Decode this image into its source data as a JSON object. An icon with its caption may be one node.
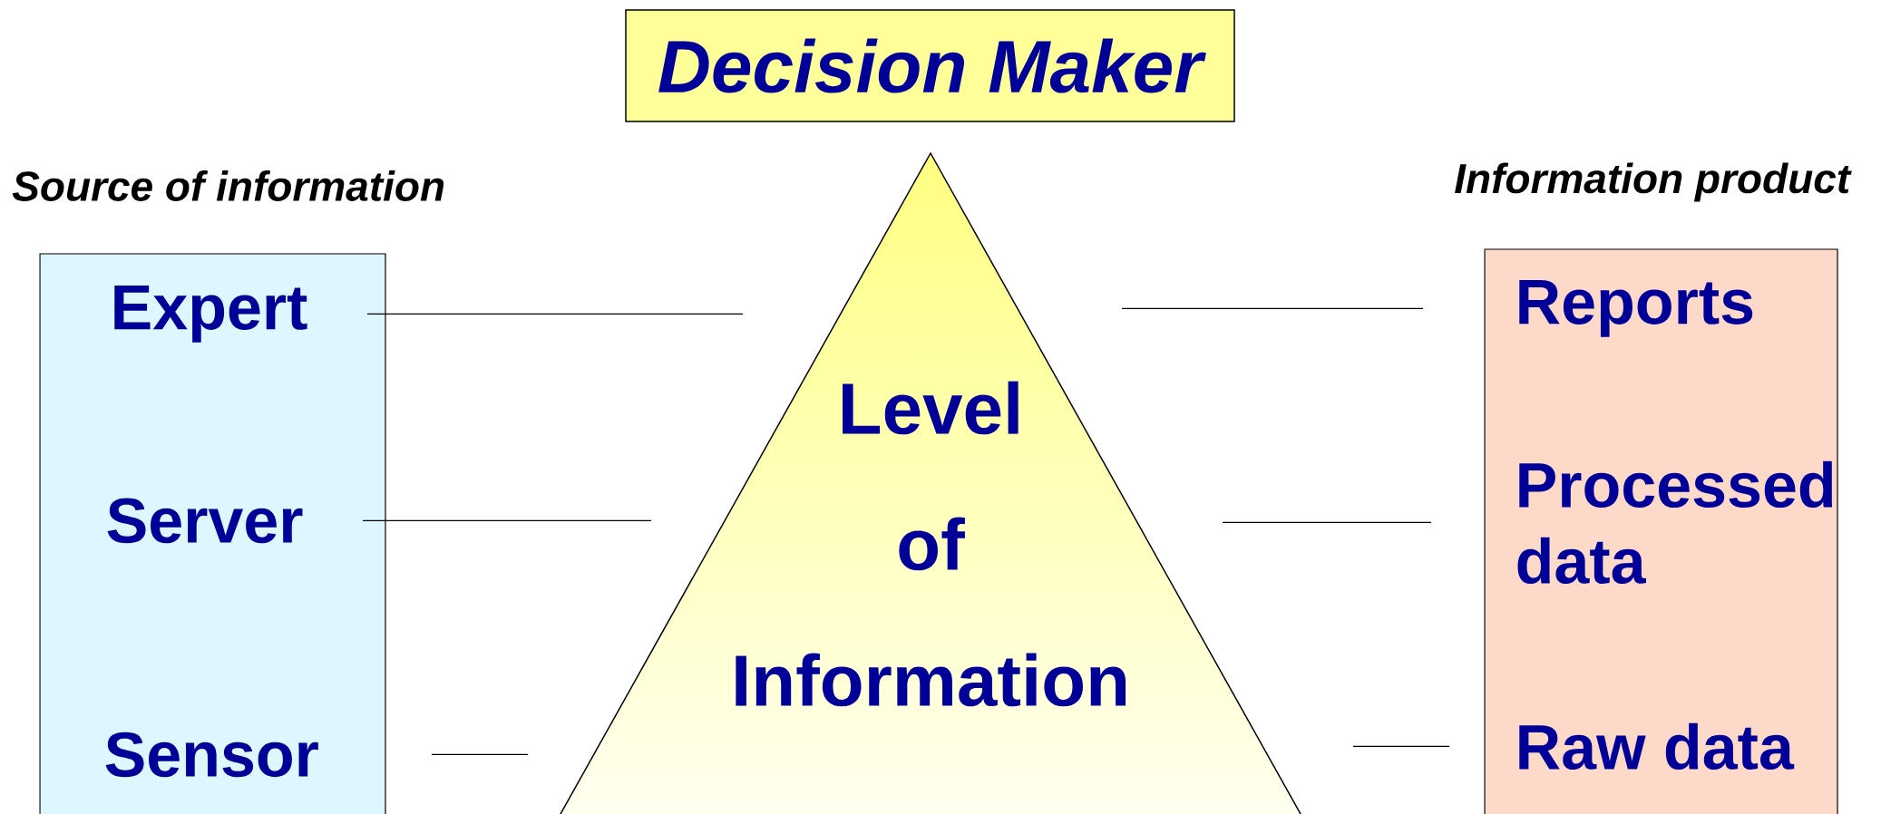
{
  "diagram": {
    "nodes": [
      {
        "text": [
          "Decision Maker"
        ]
      },
      {
        "text": [
          "Source of information"
        ]
      },
      {
        "text": [
          "Expert"
        ],
        "in": 1
      },
      {
        "text": [
          "Server"
        ],
        "in": 1
      },
      {
        "text": [
          "Sensor"
        ],
        "in": 1
      },
      {
        "text": [
          "Information product"
        ]
      },
      {
        "text": [
          "Reports"
        ],
        "in": 5
      },
      {
        "text": [
          "Processed data"
        ],
        "in": 5
      },
      {
        "text": [
          "Raw data"
        ],
        "in": 5
      },
      {
        "text": [
          "Level of Information"
        ]
      }
    ],
    "edges": [
      {
        "from": 9,
        "to": 2,
        "arrow": "none"
      },
      {
        "from": 9,
        "to": 3,
        "arrow": "none"
      },
      {
        "from": 9,
        "to": 4,
        "arrow": "none"
      },
      {
        "from": 9,
        "to": 6,
        "arrow": "none"
      },
      {
        "from": 9,
        "to": 7,
        "arrow": "none"
      },
      {
        "from": 9,
        "to": 8,
        "arrow": "none"
      }
    ]
  }
}
